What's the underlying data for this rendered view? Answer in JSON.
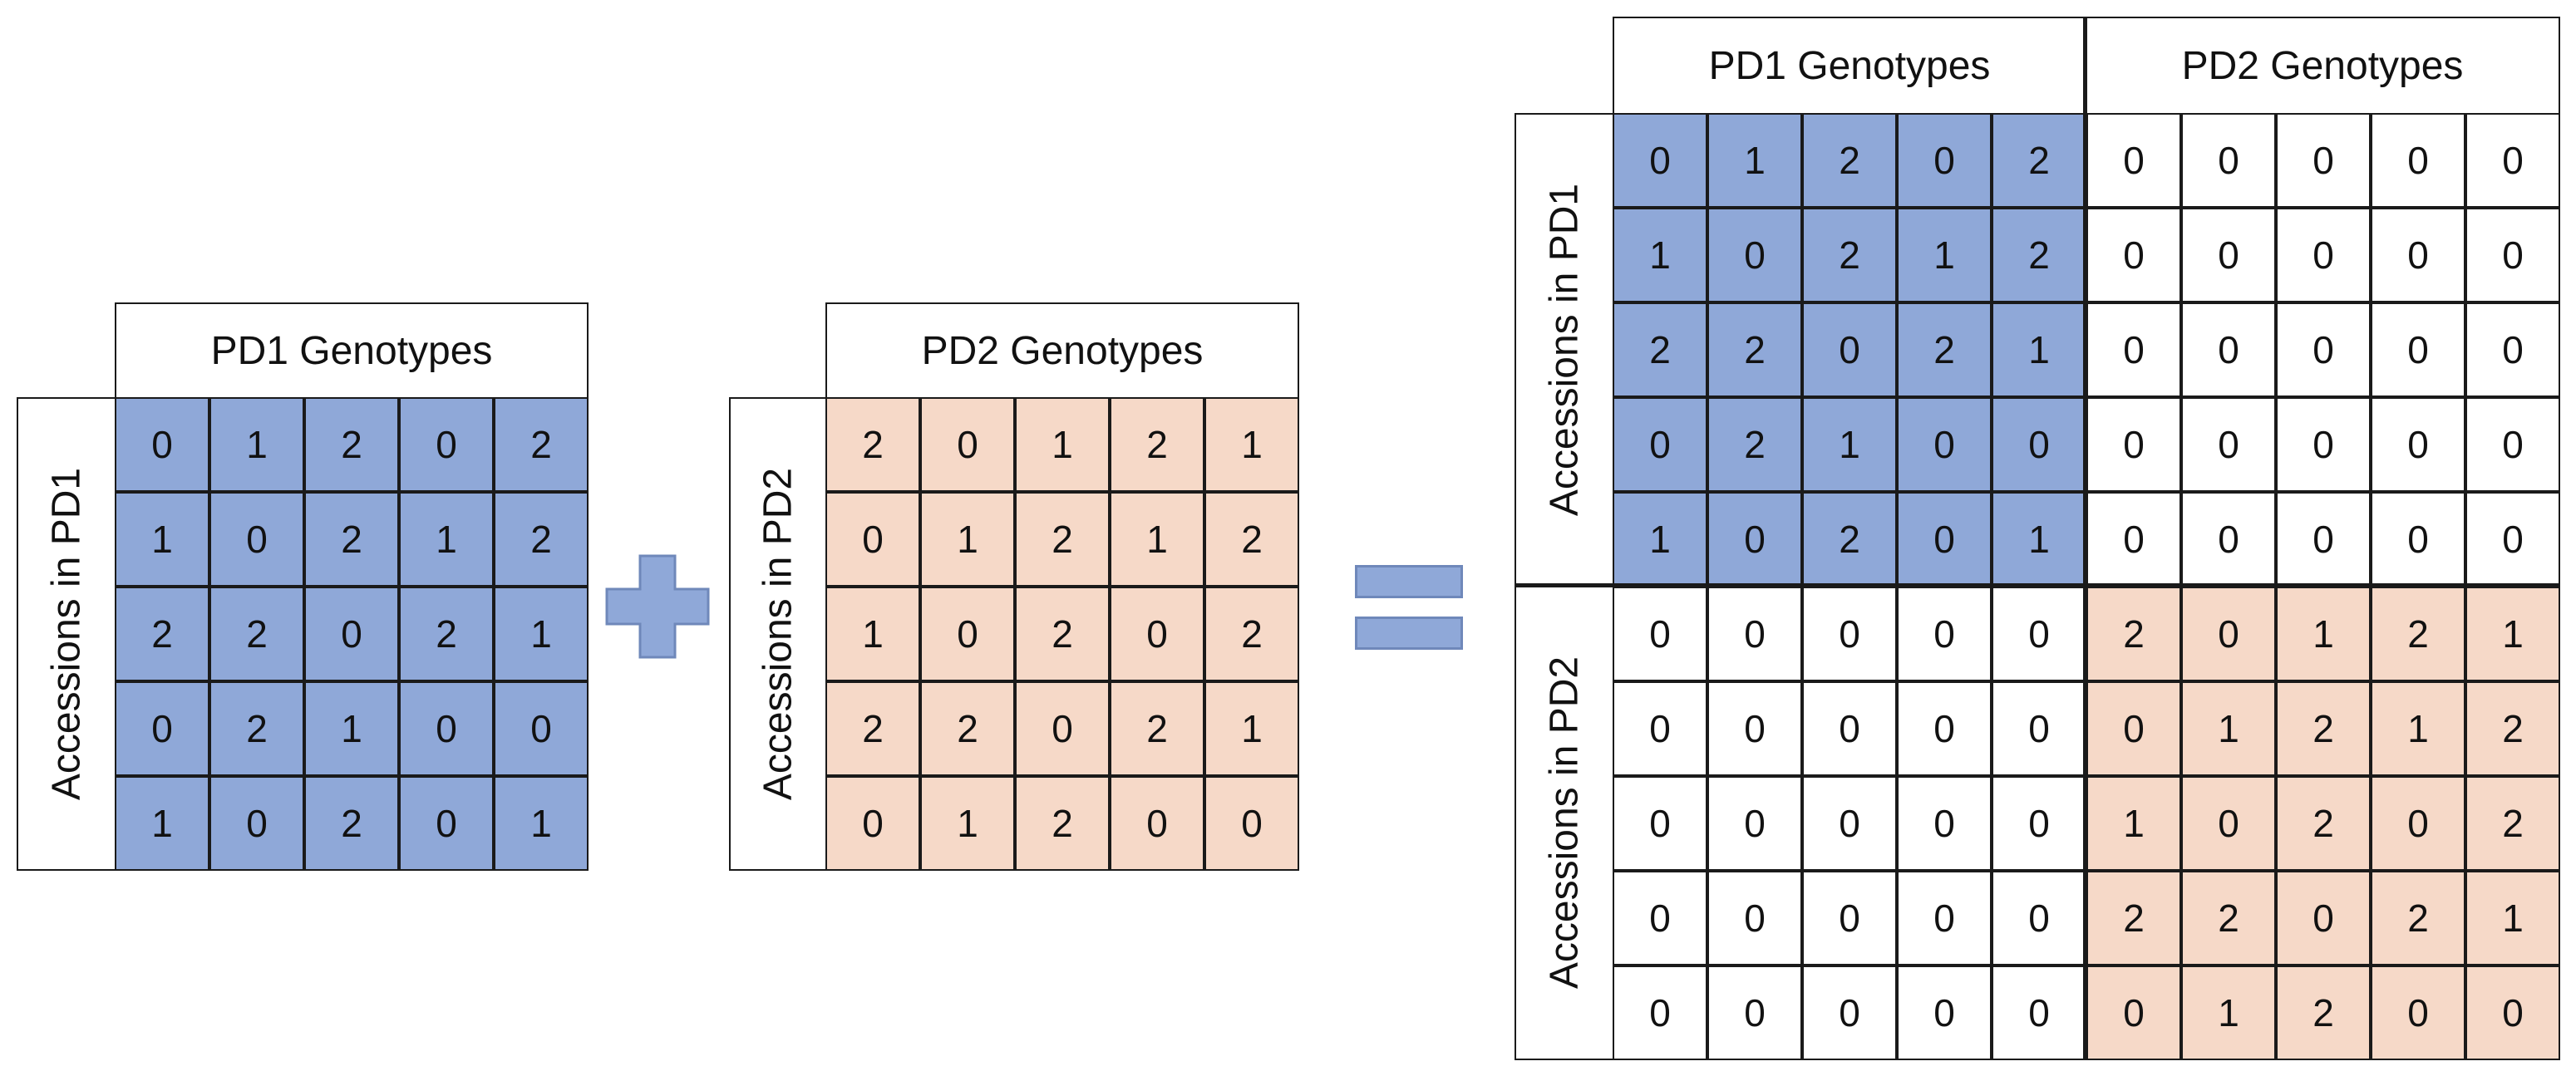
{
  "left_matrix": {
    "column_header": "PD1 Genotypes",
    "row_header": "Accessions in PD1",
    "rows": [
      [
        0,
        1,
        2,
        0,
        2
      ],
      [
        1,
        0,
        2,
        1,
        2
      ],
      [
        2,
        2,
        0,
        2,
        1
      ],
      [
        0,
        2,
        1,
        0,
        0
      ],
      [
        1,
        0,
        2,
        0,
        1
      ]
    ],
    "fill_color": "#8fa8d8"
  },
  "middle_matrix": {
    "column_header": "PD2 Genotypes",
    "row_header": "Accessions in PD2",
    "rows": [
      [
        2,
        0,
        1,
        2,
        1
      ],
      [
        0,
        1,
        2,
        1,
        2
      ],
      [
        1,
        0,
        2,
        0,
        2
      ],
      [
        2,
        2,
        0,
        2,
        1
      ],
      [
        0,
        1,
        2,
        0,
        0
      ]
    ],
    "fill_color": "#f6d9c8"
  },
  "operators": {
    "plus_color": "#8fa8d8",
    "equals_color": "#8fa8d8"
  },
  "combined_matrix": {
    "column_headers": [
      "PD1 Genotypes",
      "PD2 Genotypes"
    ],
    "row_headers": [
      "Accessions in PD1",
      "Accessions in PD2"
    ],
    "rows": [
      [
        0,
        1,
        2,
        0,
        2,
        0,
        0,
        0,
        0,
        0
      ],
      [
        1,
        0,
        2,
        1,
        2,
        0,
        0,
        0,
        0,
        0
      ],
      [
        2,
        2,
        0,
        2,
        1,
        0,
        0,
        0,
        0,
        0
      ],
      [
        0,
        2,
        1,
        0,
        0,
        0,
        0,
        0,
        0,
        0
      ],
      [
        1,
        0,
        2,
        0,
        1,
        0,
        0,
        0,
        0,
        0
      ],
      [
        0,
        0,
        0,
        0,
        0,
        2,
        0,
        1,
        2,
        1
      ],
      [
        0,
        0,
        0,
        0,
        0,
        0,
        1,
        2,
        1,
        2
      ],
      [
        0,
        0,
        0,
        0,
        0,
        1,
        0,
        2,
        0,
        2
      ],
      [
        0,
        0,
        0,
        0,
        0,
        2,
        2,
        0,
        2,
        1
      ],
      [
        0,
        0,
        0,
        0,
        0,
        0,
        1,
        2,
        0,
        0
      ]
    ]
  }
}
